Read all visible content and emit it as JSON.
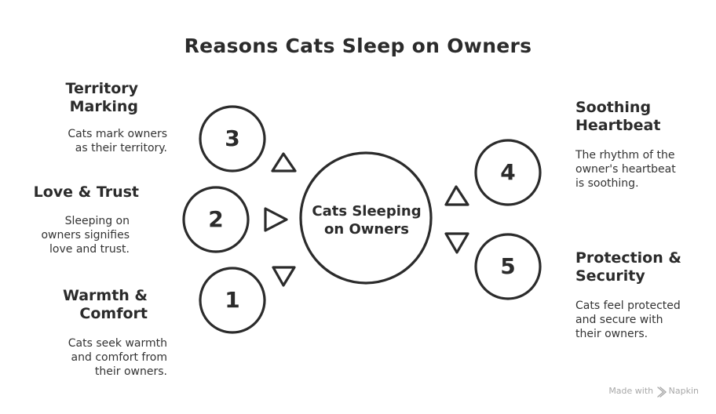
{
  "title": "Reasons Cats Sleep on Owners",
  "center": {
    "label": "Cats Sleeping\non Owners"
  },
  "reasons": [
    {
      "number": "3",
      "heading": "Territory\nMarking",
      "description": "Cats mark owners\nas their territory."
    },
    {
      "number": "2",
      "heading": "Love & Trust",
      "description": "Sleeping on\nowners signifies\nlove and trust."
    },
    {
      "number": "1",
      "heading": "Warmth &\nComfort",
      "description": "Cats seek warmth\nand comfort from\ntheir owners."
    },
    {
      "number": "4",
      "heading": "Soothing\nHeartbeat",
      "description": "The rhythm of the\nowner's heartbeat\nis soothing."
    },
    {
      "number": "5",
      "heading": "Protection &\nSecurity",
      "description": "Cats feel protected\nand secure with\ntheir owners."
    }
  ],
  "branding": {
    "made_with": "Made with",
    "brand": "Napkin"
  },
  "colors": {
    "stroke": "#2b2b2b",
    "background": "#ffffff",
    "branding": "#a8a8a8"
  }
}
